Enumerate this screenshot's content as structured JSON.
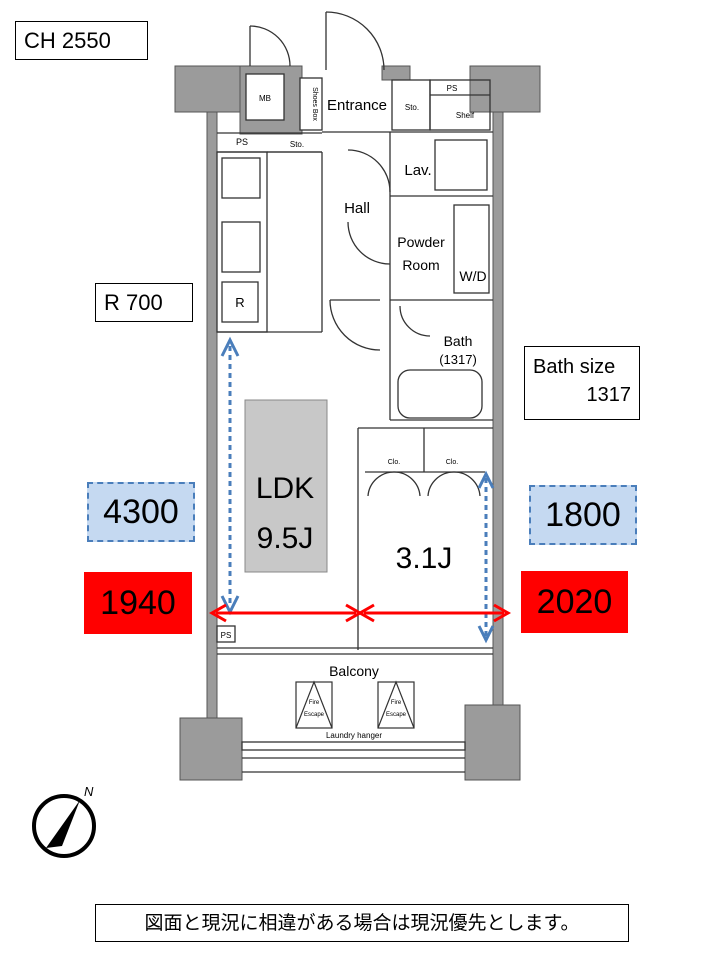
{
  "labels": {
    "ch": "CH 2550",
    "r": "R 700",
    "bath_size_line1": "Bath size",
    "bath_size_line2": "1317",
    "dim_4300": "4300",
    "dim_1800": "1800",
    "dim_1940": "1940",
    "dim_2020": "2020",
    "notice": "図面と現況に相違がある場合は現況優先とします。"
  },
  "rooms": {
    "mb": "MB",
    "shoes_box": "Shoes Box",
    "entrance": "Entrance",
    "sto_top": "Sto.",
    "ps_top": "PS",
    "shelf": "Shelf",
    "ps_kitchen": "PS",
    "sto_kitchen": "Sto.",
    "lav": "Lav.",
    "hall": "Hall",
    "powder_room_1": "Powder",
    "powder_room_2": "Room",
    "wd": "W/D",
    "r": "R",
    "bath": "Bath",
    "bath_size": "(1317)",
    "clo_1": "Clo.",
    "clo_2": "Clo.",
    "ldk_1": "LDK",
    "ldk_2": "9.5J",
    "bedroom": "3.1J",
    "ps_balcony": "PS",
    "balcony": "Balcony",
    "fire_escape_1a": "Fire",
    "fire_escape_1b": "Escape",
    "fire_escape_2a": "Fire",
    "fire_escape_2b": "Escape",
    "laundry_hanger": "Laundry hanger",
    "north": "N"
  },
  "colors": {
    "wall": "#9b9b9b",
    "ldk_fill": "#c8c8c8",
    "arrow_red": "#ff0000",
    "arrow_blue": "#4a7ebb",
    "dim_blue_fill": "#c5d9f1"
  }
}
